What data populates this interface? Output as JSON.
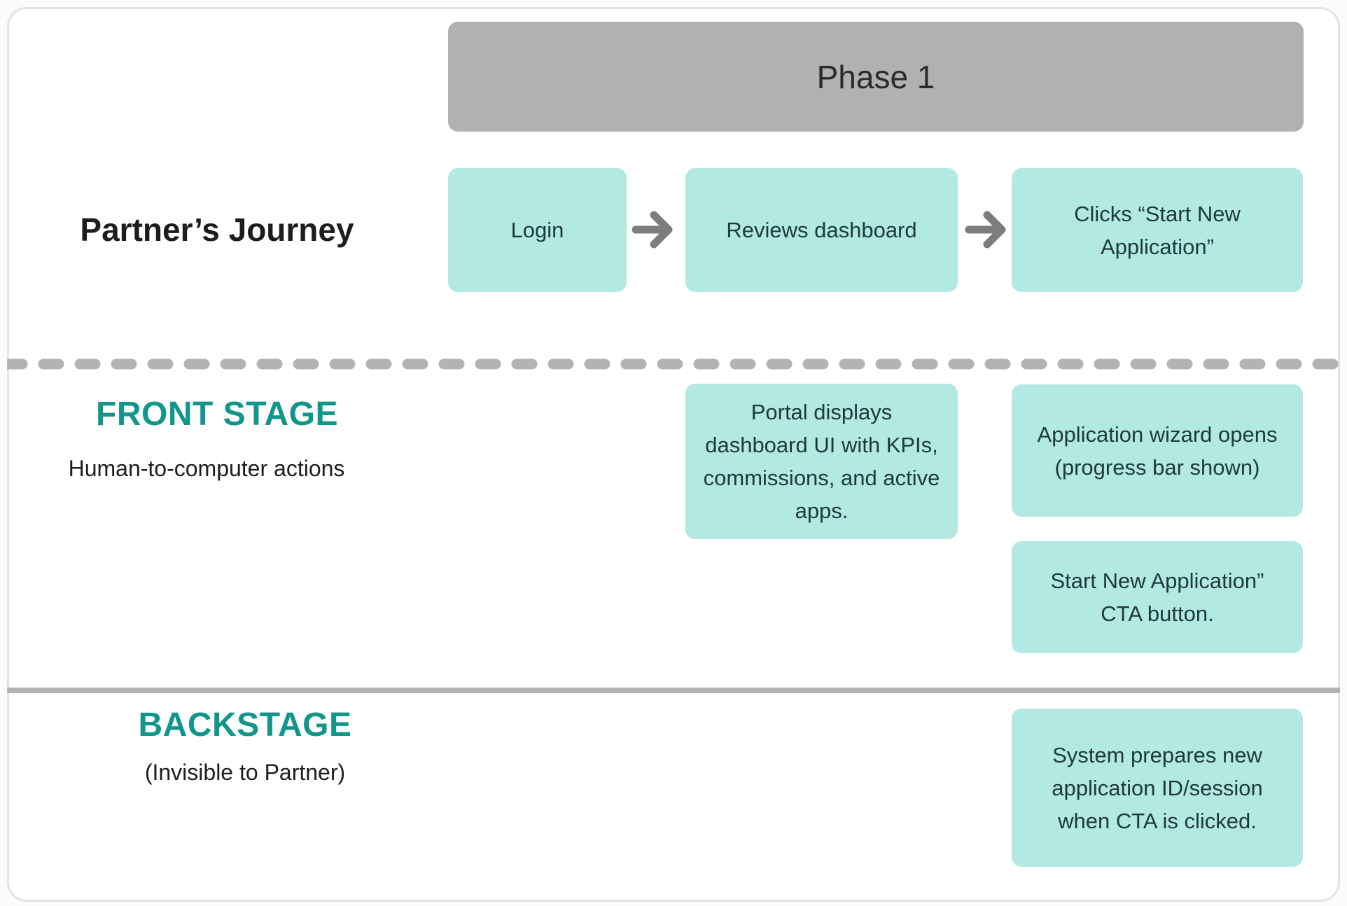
{
  "colors": {
    "canvas_bg": "#fbfbfb",
    "card_bg": "#ffffff",
    "card_border": "#e3e3e3",
    "phase_bar_bg": "#b1b1b1",
    "phase_text": "#2b2b2b",
    "teal_box_bg": "#b2e9e2",
    "teal_box_text": "#1e3a36",
    "heading_teal": "#12968b",
    "dark_text": "#1c1d1f",
    "arrow_gray": "#7d7d7d",
    "divider_gray": "#b3b3b3"
  },
  "phase": {
    "label": "Phase 1"
  },
  "journey": {
    "label": "Partner’s Journey",
    "steps": [
      {
        "label": "Login"
      },
      {
        "label": "Reviews dashboard"
      },
      {
        "label": "Clicks “Start New Application”"
      }
    ]
  },
  "front_stage": {
    "title": "FRONT STAGE",
    "subtitle": "Human-to-computer actions",
    "notes": [
      {
        "text": "Portal displays dashboard UI with KPIs, commissions, and active apps."
      },
      {
        "text": "Application wizard opens (progress bar shown)"
      },
      {
        "text": "Start New Application” CTA button."
      }
    ]
  },
  "backstage": {
    "title": "BACKSTAGE",
    "subtitle": "(Invisible to Partner)",
    "notes": [
      {
        "text": "System prepares new application ID/session when CTA is clicked."
      }
    ]
  }
}
